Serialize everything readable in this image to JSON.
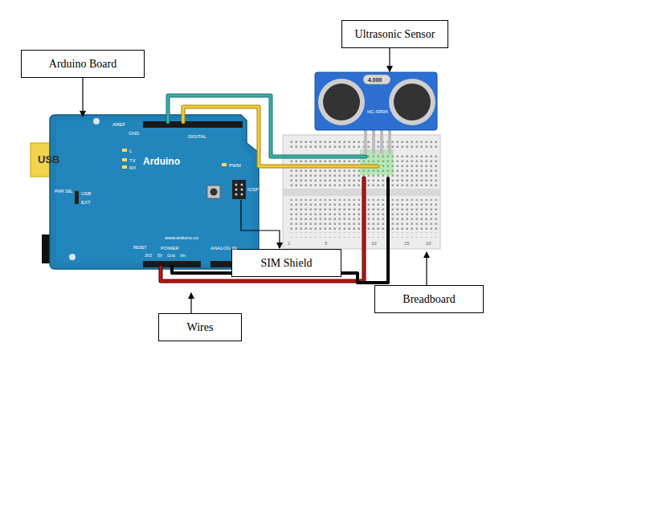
{
  "diagram": {
    "nodes": [
      {
        "text": [
          "Arduino Board"
        ]
      },
      {
        "text": [
          "Ultrasonic Sensor"
        ]
      },
      {
        "text": [
          "SIM Shield"
        ]
      },
      {
        "text": [
          "Breadboard"
        ]
      },
      {
        "text": [
          "Wires"
        ]
      }
    ],
    "labels": [
      "USB",
      "Arduino",
      "DIGITAL",
      "AREF",
      "GND",
      "TX",
      "RX",
      "L",
      "PWM",
      "ICSP",
      "www.arduino.cc",
      "POWER",
      "ANALOG IN",
      "RESET",
      "3V3",
      "5V",
      "Gnd",
      "Vin",
      "USB",
      "EXT",
      "PWR SEL",
      "HC-SR04",
      "4.000",
      "1",
      "5",
      "10",
      "15",
      "20"
    ]
  }
}
